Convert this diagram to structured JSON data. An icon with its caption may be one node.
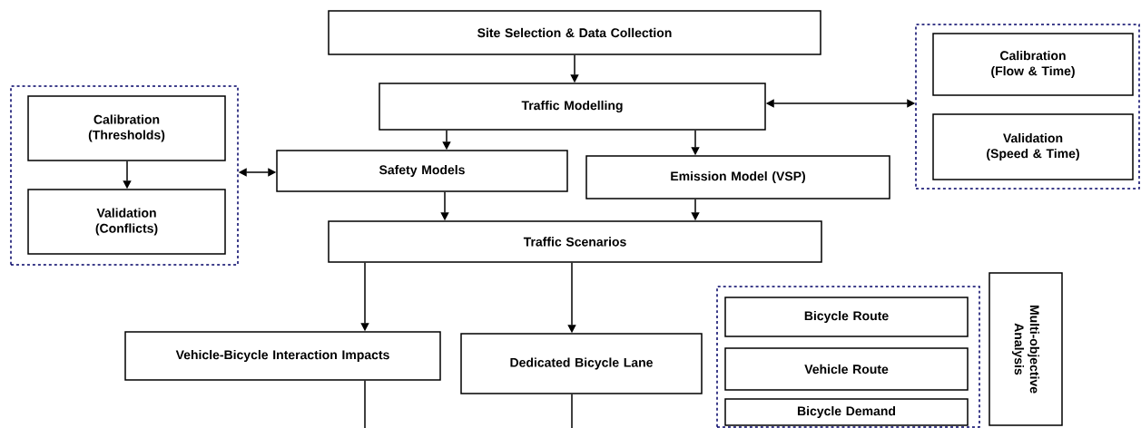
{
  "diagram": {
    "nodes": [
      {
        "text": [
          "Site Selection & Data Collection"
        ]
      },
      {
        "text": [
          "Traffic Modelling"
        ]
      },
      {
        "text": [
          "Safety Models"
        ]
      },
      {
        "text": [
          "Emission Model (VSP)"
        ]
      },
      {
        "text": [
          "Traffic Scenarios"
        ]
      },
      {
        "text": [
          "Vehicle-Bicycle Interaction Impacts"
        ]
      },
      {
        "text": [
          "Dedicated Bicycle Lane"
        ]
      },
      {
        "text": [],
        "shape": "box"
      },
      {
        "text": [
          "Calibration (Thresholds)"
        ],
        "in": 7
      },
      {
        "text": [
          "Validation (Conflicts)"
        ],
        "in": 7
      },
      {
        "text": [],
        "shape": "box"
      },
      {
        "text": [
          "Calibration (Flow & Time)"
        ],
        "in": 10
      },
      {
        "text": [
          "Validation (Speed & Time)"
        ],
        "in": 10
      },
      {
        "text": [],
        "shape": "box"
      },
      {
        "text": [
          "Bicycle Route"
        ],
        "in": 13
      },
      {
        "text": [
          "Vehicle Route"
        ],
        "in": 13
      },
      {
        "text": [
          "Bicycle Demand"
        ],
        "in": 13
      },
      {
        "text": [
          "Multi-objective Analysis"
        ]
      }
    ],
    "edges": [
      {
        "from": 0,
        "to": 1,
        "arrow": "to"
      },
      {
        "from": 1,
        "to": 2,
        "arrow": "to"
      },
      {
        "from": 1,
        "to": 3,
        "arrow": "to"
      },
      {
        "from": 2,
        "to": 4,
        "arrow": "to"
      },
      {
        "from": 3,
        "to": 4,
        "arrow": "to"
      },
      {
        "from": 4,
        "to": 5,
        "arrow": "to"
      },
      {
        "from": 4,
        "to": 6,
        "arrow": "to"
      },
      {
        "from": 8,
        "to": 9,
        "arrow": "to"
      },
      {
        "from": 7,
        "to": 2,
        "arrow": "both"
      },
      {
        "from": 1,
        "to": 10,
        "arrow": "both"
      },
      {
        "from": 5,
        "to": null,
        "arrow": "none"
      },
      {
        "from": 6,
        "to": null,
        "arrow": "none"
      }
    ]
  }
}
